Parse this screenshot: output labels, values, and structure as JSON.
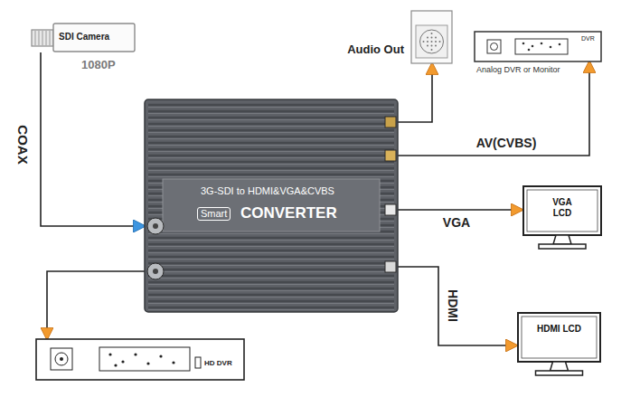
{
  "diagram": {
    "nodes": [
      {
        "text": [
          "SDI Camera",
          "1080P"
        ]
      },
      {
        "text": [
          "3G-SDI to HDMI&VGA&CVBS",
          "Smart",
          "CONVERTER"
        ]
      },
      {
        "text": [
          "Audio Out"
        ]
      },
      {
        "text": [
          "DVR",
          "Analog DVR or Monitor"
        ]
      },
      {
        "text": [
          "VGA LCD"
        ]
      },
      {
        "text": [
          "HDMI LCD"
        ]
      },
      {
        "text": [
          "HD DVR"
        ]
      }
    ],
    "edges": [
      {
        "from": 0,
        "to": 1,
        "label": "COAX",
        "arrow": "to"
      },
      {
        "from": 1,
        "to": 6,
        "arrow": "to"
      },
      {
        "from": 1,
        "to": 2,
        "arrow": "to"
      },
      {
        "from": 1,
        "to": 3,
        "label": "AV(CVBS)",
        "arrow": "to"
      },
      {
        "from": 1,
        "to": 4,
        "label": "VGA",
        "arrow": "to"
      },
      {
        "from": 1,
        "to": 5,
        "label": "HDMI",
        "arrow": "to"
      }
    ]
  }
}
